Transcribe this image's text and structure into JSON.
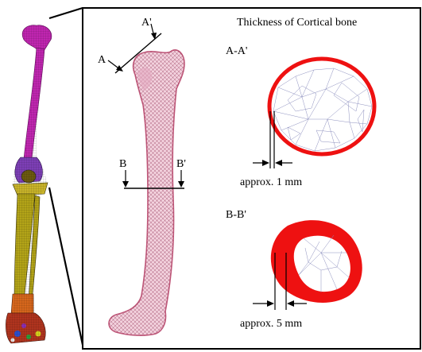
{
  "title": "Thickness of Cortical bone",
  "sections": [
    {
      "id": "A",
      "label": "A-A'",
      "left_marker": "A",
      "right_marker": "A'",
      "thickness": "approx. 1 mm"
    },
    {
      "id": "B",
      "label": "B-B'",
      "left_marker": "B",
      "right_marker": "B'",
      "thickness": "approx. 5 mm"
    }
  ],
  "colors": {
    "cortical": "#ee1111",
    "femur_fill": "#f2d0dc",
    "femur_edge": "#c0587a",
    "mesh_line": "#8d90bf",
    "leg_femur": "#c026b0",
    "leg_tibia": "#a59a16",
    "frame": "#000000"
  }
}
